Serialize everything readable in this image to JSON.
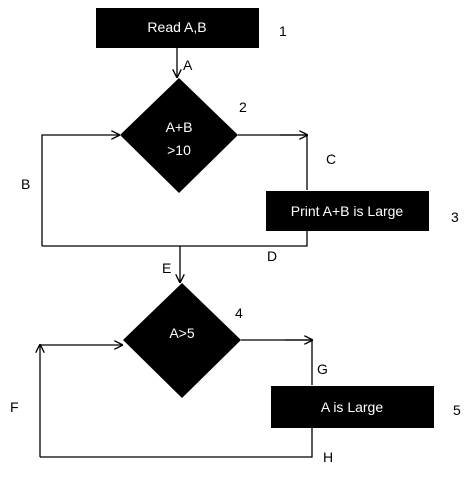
{
  "colors": {
    "background": "#ffffff",
    "node_fill": "#000000",
    "node_text": "#ffffff",
    "line": "#000000"
  },
  "nodes": {
    "read": {
      "label": "Read A,B",
      "number": "1"
    },
    "decision1": {
      "line1": "A+B",
      "line2": ">10",
      "number": "2"
    },
    "print1": {
      "label": "Print A+B is Large",
      "number": "3"
    },
    "decision2": {
      "label": "A>5",
      "number": "4"
    },
    "print2": {
      "label": "A is Large",
      "number": "5"
    }
  },
  "edges": {
    "A": "A",
    "B": "B",
    "C": "C",
    "D": "D",
    "E": "E",
    "F": "F",
    "G": "G",
    "H": "H"
  }
}
